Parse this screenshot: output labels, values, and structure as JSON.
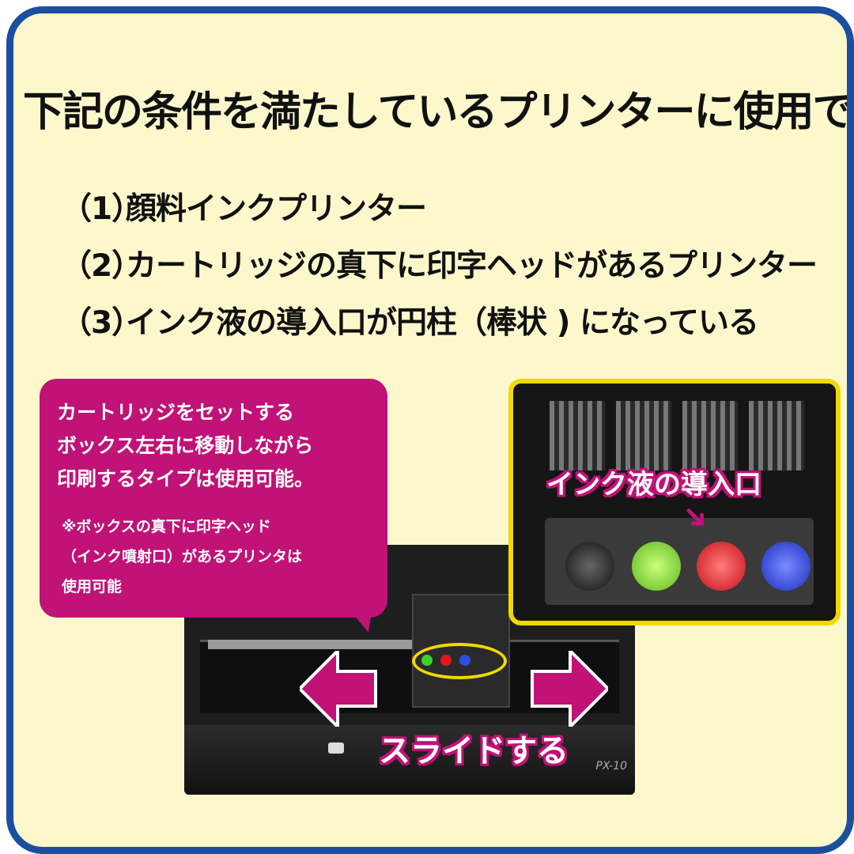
{
  "headline": "下記の条件を満たしているプリンターに使用できます。",
  "conditions": [
    {
      "num": "（1）",
      "text": "顔料インクプリンター"
    },
    {
      "num": "（2）",
      "text": "カートリッジの真下に印字ヘッドがあるプリンター"
    },
    {
      "num": "（3）",
      "text": "インク液の導入口が円柱（棒状 ) になっている"
    }
  ],
  "callout": {
    "main": "カートリッジをセットする\nボックス左右に移動しながら\n印刷するタイプは使用可能。",
    "note": "※ボックスの真下に印字ヘッド\n（インク噴射口）があるプリンタは\n使用可能"
  },
  "photo": {
    "label": "インク液の導入口",
    "post_colors": [
      "#222222",
      "#7bd12c",
      "#e0191f",
      "#2a3fd0"
    ]
  },
  "printer": {
    "slide_label": "スライドする",
    "model_text": "PX-10",
    "port_colors": [
      "#3bd22a",
      "#e0191f",
      "#2a4fe0"
    ]
  },
  "colors": {
    "frame": "#1b4fa0",
    "background": "#fdf8cc",
    "accent": "#c01277",
    "highlight": "#f0d800"
  }
}
